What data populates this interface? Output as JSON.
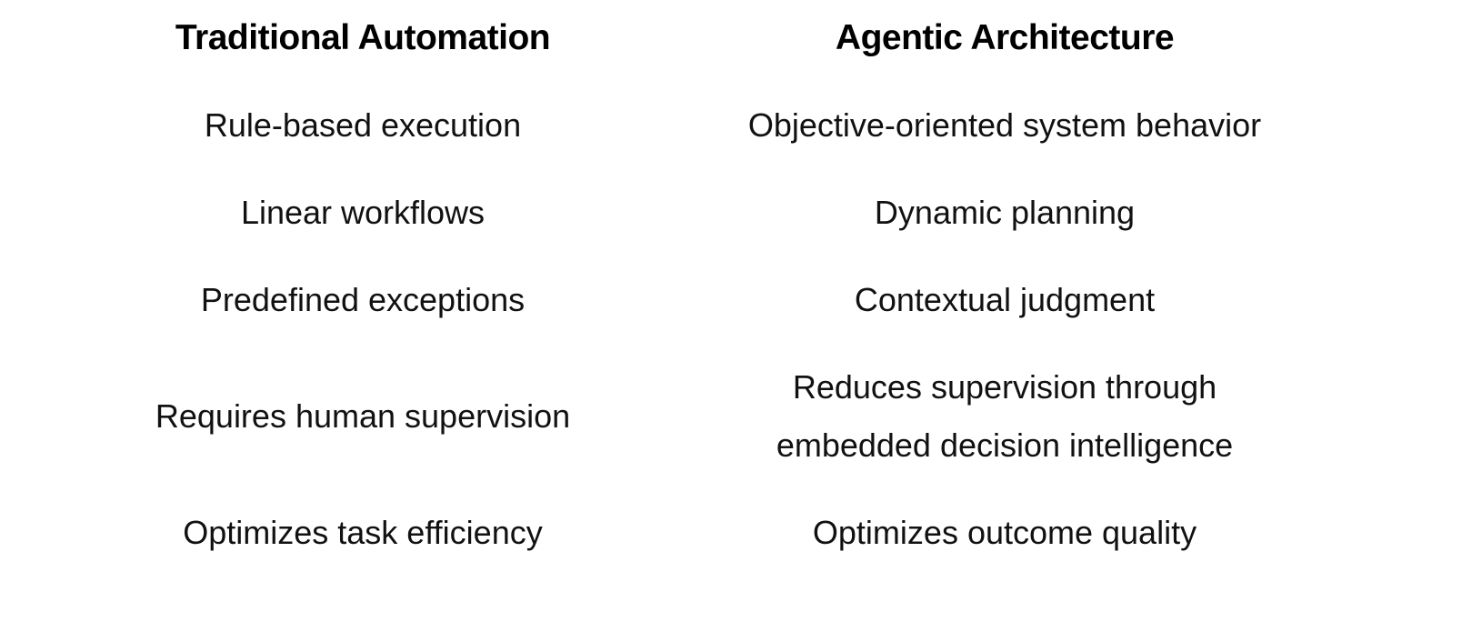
{
  "table": {
    "background_color": "#ffffff",
    "text_color": "#111111",
    "header_color": "#000000",
    "left_header": "Traditional Automation",
    "right_header": "Agentic Architecture",
    "rows": [
      {
        "left": "Rule-based execution",
        "right": "Objective-oriented system behavior"
      },
      {
        "left": "Linear workflows",
        "right": "Dynamic planning"
      },
      {
        "left": "Predefined exceptions",
        "right": "Contextual judgment"
      },
      {
        "left": "Requires human supervision",
        "right": "Reduces supervision through embedded decision intelligence"
      },
      {
        "left": "Optimizes task efficiency",
        "right": "Optimizes outcome quality"
      }
    ]
  }
}
